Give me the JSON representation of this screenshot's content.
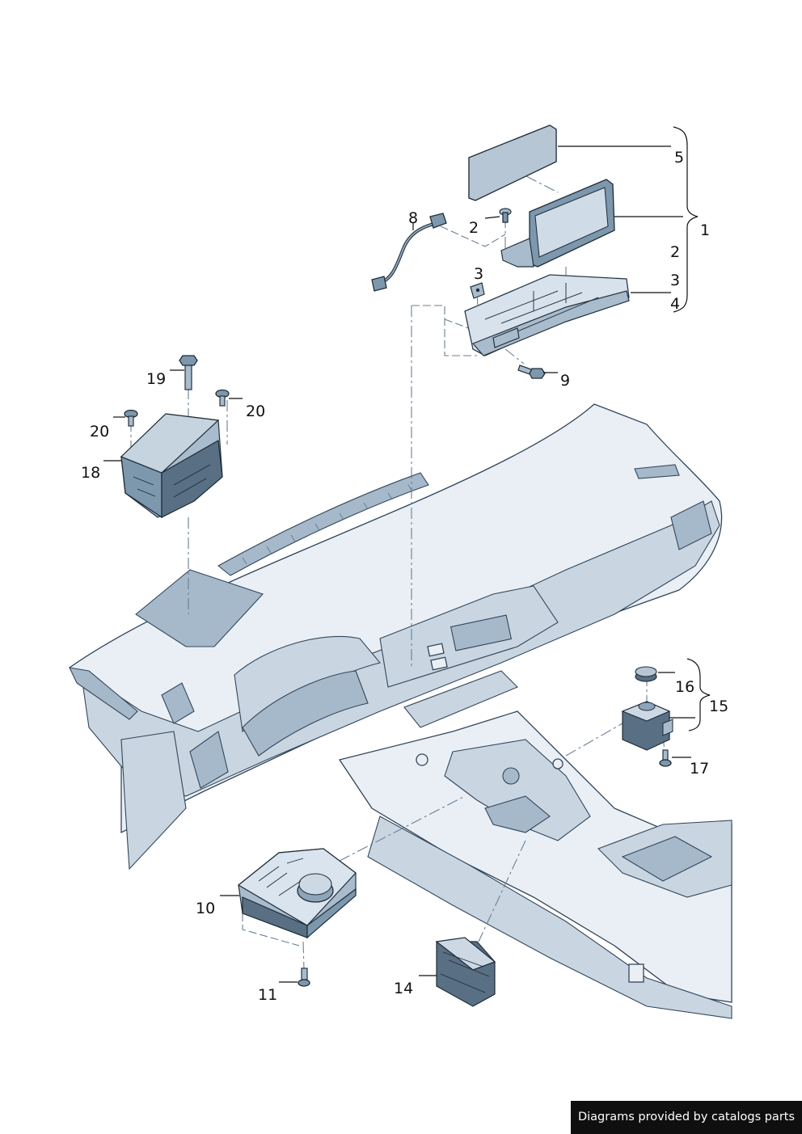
{
  "callouts": {
    "c1": "1",
    "c2a": "2",
    "c2b": "2",
    "c3a": "3",
    "c3b": "3",
    "c4": "4",
    "c5": "5",
    "c8": "8",
    "c9": "9",
    "c10": "10",
    "c11": "11",
    "c14": "14",
    "c15": "15",
    "c16": "16",
    "c17": "17",
    "c18": "18",
    "c19": "19",
    "c20a": "20",
    "c20b": "20"
  },
  "colors": {
    "line": "#111111",
    "part_fill": "#d7e2ec",
    "part_dark": "#7d97ad",
    "dashed_guide": "#6a7f95",
    "credit_bg": "#0f0f10"
  },
  "credit": {
    "text": "Diagrams provided by catalogs parts"
  }
}
